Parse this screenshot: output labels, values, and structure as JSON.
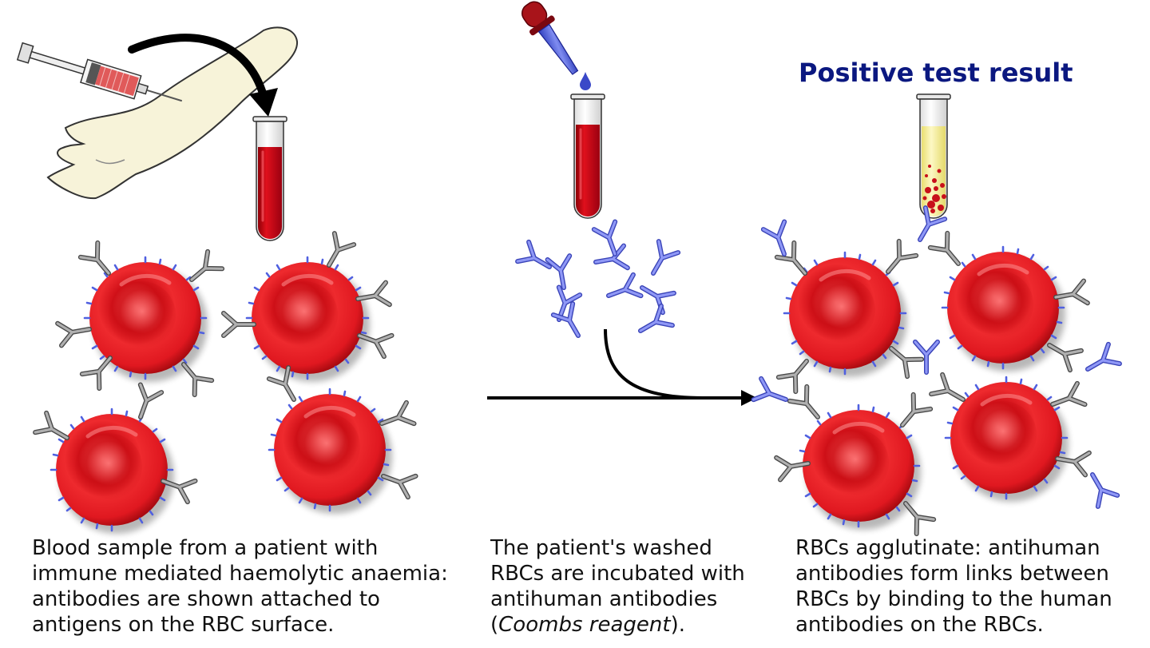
{
  "result_title": "Positive test result",
  "captions": {
    "left": {
      "line1": "Blood sample from a patient with",
      "line2": "immune mediated haemolytic anaemia:",
      "line3": "antibodies are shown attached to",
      "line4": "antigens on the RBC surface."
    },
    "middle": {
      "line1": "The patient's washed",
      "line2": "RBCs are incubated with",
      "line3": "antihuman antibodies",
      "line4_open": "(",
      "line4_italic": "Coombs reagent",
      "line4_close": ")."
    },
    "right": {
      "line1": "RBCs agglutinate: antihuman",
      "line2": "antibodies form links between",
      "line3": "RBCs by binding to the human",
      "line4": "antibodies on the RBCs."
    }
  },
  "colors": {
    "rbc": "#e0161b",
    "blood": "#c8000f",
    "human_antibody": "#8a8a8a",
    "antihuman_antibody": "#6e78f0",
    "title": "#0b1880",
    "serum": "#f4ef9c"
  }
}
